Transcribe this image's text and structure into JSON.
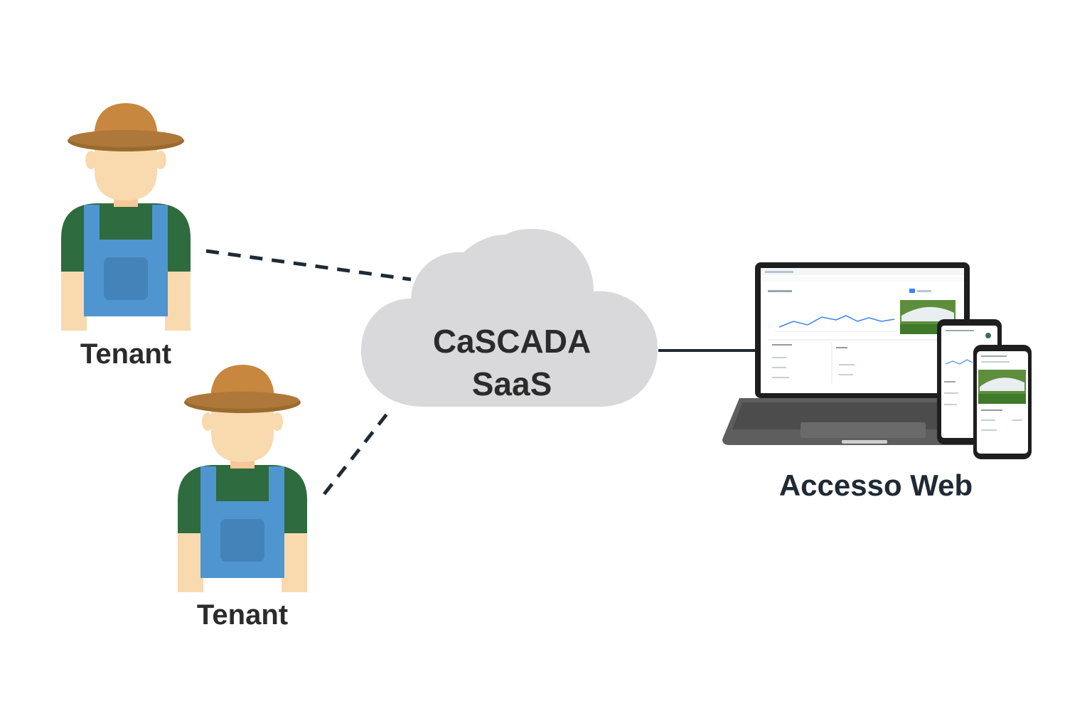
{
  "tenants": [
    {
      "label": "Tenant"
    },
    {
      "label": "Tenant"
    }
  ],
  "cloud": {
    "title_line1": "CaSCADA",
    "title_line2": "SaaS"
  },
  "access": {
    "label": "Accesso Web"
  },
  "colors": {
    "hat": "#C8873E",
    "hat_brim": "#9A6A2E",
    "skin": "#F9D9AE",
    "shirt": "#2E6B3E",
    "overalls": "#4F95CF",
    "pocket": "#4383BA",
    "cloud": "#D9D9DB",
    "text": "#2B2B2B",
    "line": "#1F2A33"
  }
}
